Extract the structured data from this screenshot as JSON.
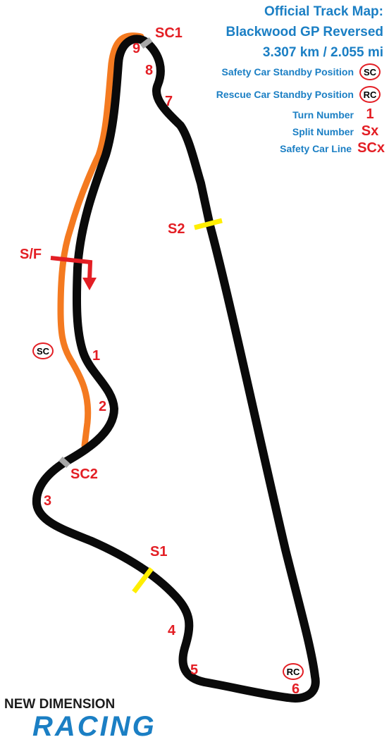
{
  "title": {
    "line1": "Official Track Map:",
    "line2": "Blackwood GP Reversed",
    "line3": "3.307 km / 2.055 mi"
  },
  "legend": [
    {
      "label": "Safety Car Standby Position",
      "glyph": "SC",
      "kind": "badge"
    },
    {
      "label": "Rescue Car Standby Position",
      "glyph": "RC",
      "kind": "badge"
    },
    {
      "label": "Turn Number",
      "glyph": "1",
      "kind": "text"
    },
    {
      "label": "Split Number",
      "glyph": "Sx",
      "kind": "text"
    },
    {
      "label": "Safety Car Line",
      "glyph": "SCx",
      "kind": "text"
    }
  ],
  "turns": [
    "1",
    "2",
    "3",
    "4",
    "5",
    "6",
    "7",
    "8",
    "9"
  ],
  "splits": [
    "S1",
    "S2"
  ],
  "safety_car_lines": [
    "SC1",
    "SC2"
  ],
  "start_finish": "S/F",
  "markers": {
    "safety_car": "SC",
    "rescue_car": "RC"
  },
  "colors": {
    "track": "#0a0a0a",
    "pit_lane": "#f47a20",
    "split_line": "#ffee00",
    "sc_line": "#a8a8a8",
    "label_red": "#e31e24",
    "title_blue": "#1b7fc4"
  },
  "logo": {
    "top_word1": "NEW",
    "top_word2": "DIMENSION",
    "bottom": "RACING"
  }
}
